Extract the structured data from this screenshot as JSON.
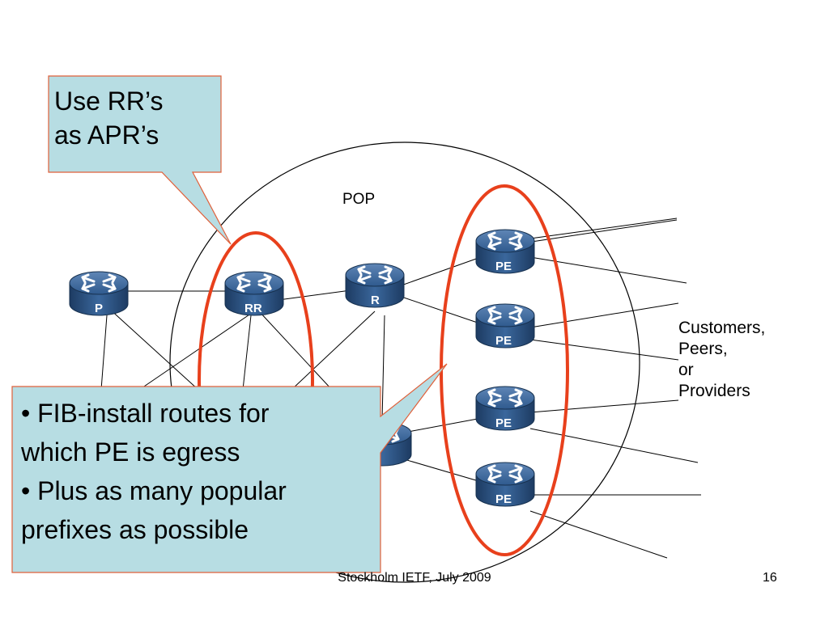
{
  "callout_top": {
    "lines": [
      "Use RR’s",
      "as APR’s"
    ]
  },
  "callout_bottom": {
    "lines": [
      "• FIB-install routes for",
      "which PE is egress",
      "• Plus as many popular",
      "prefixes as possible"
    ]
  },
  "diagram": {
    "pop_label": "POP",
    "routers": {
      "p": "P",
      "rr": "RR",
      "r": "R",
      "pe1": "PE",
      "pe2": "PE",
      "pe3": "PE",
      "pe4": "PE"
    },
    "external_label": [
      "Customers,",
      "Peers,",
      "or",
      "Providers"
    ]
  },
  "footer": {
    "center": "Stockholm IETF, July 2009",
    "page_number": "16"
  },
  "colors": {
    "callout_fill": "#b7dde3",
    "callout_border": "#e0603a",
    "highlight_ellipse": "#e8401c",
    "router_body": "#2c4f7c"
  },
  "icons": [
    "router-icon"
  ]
}
